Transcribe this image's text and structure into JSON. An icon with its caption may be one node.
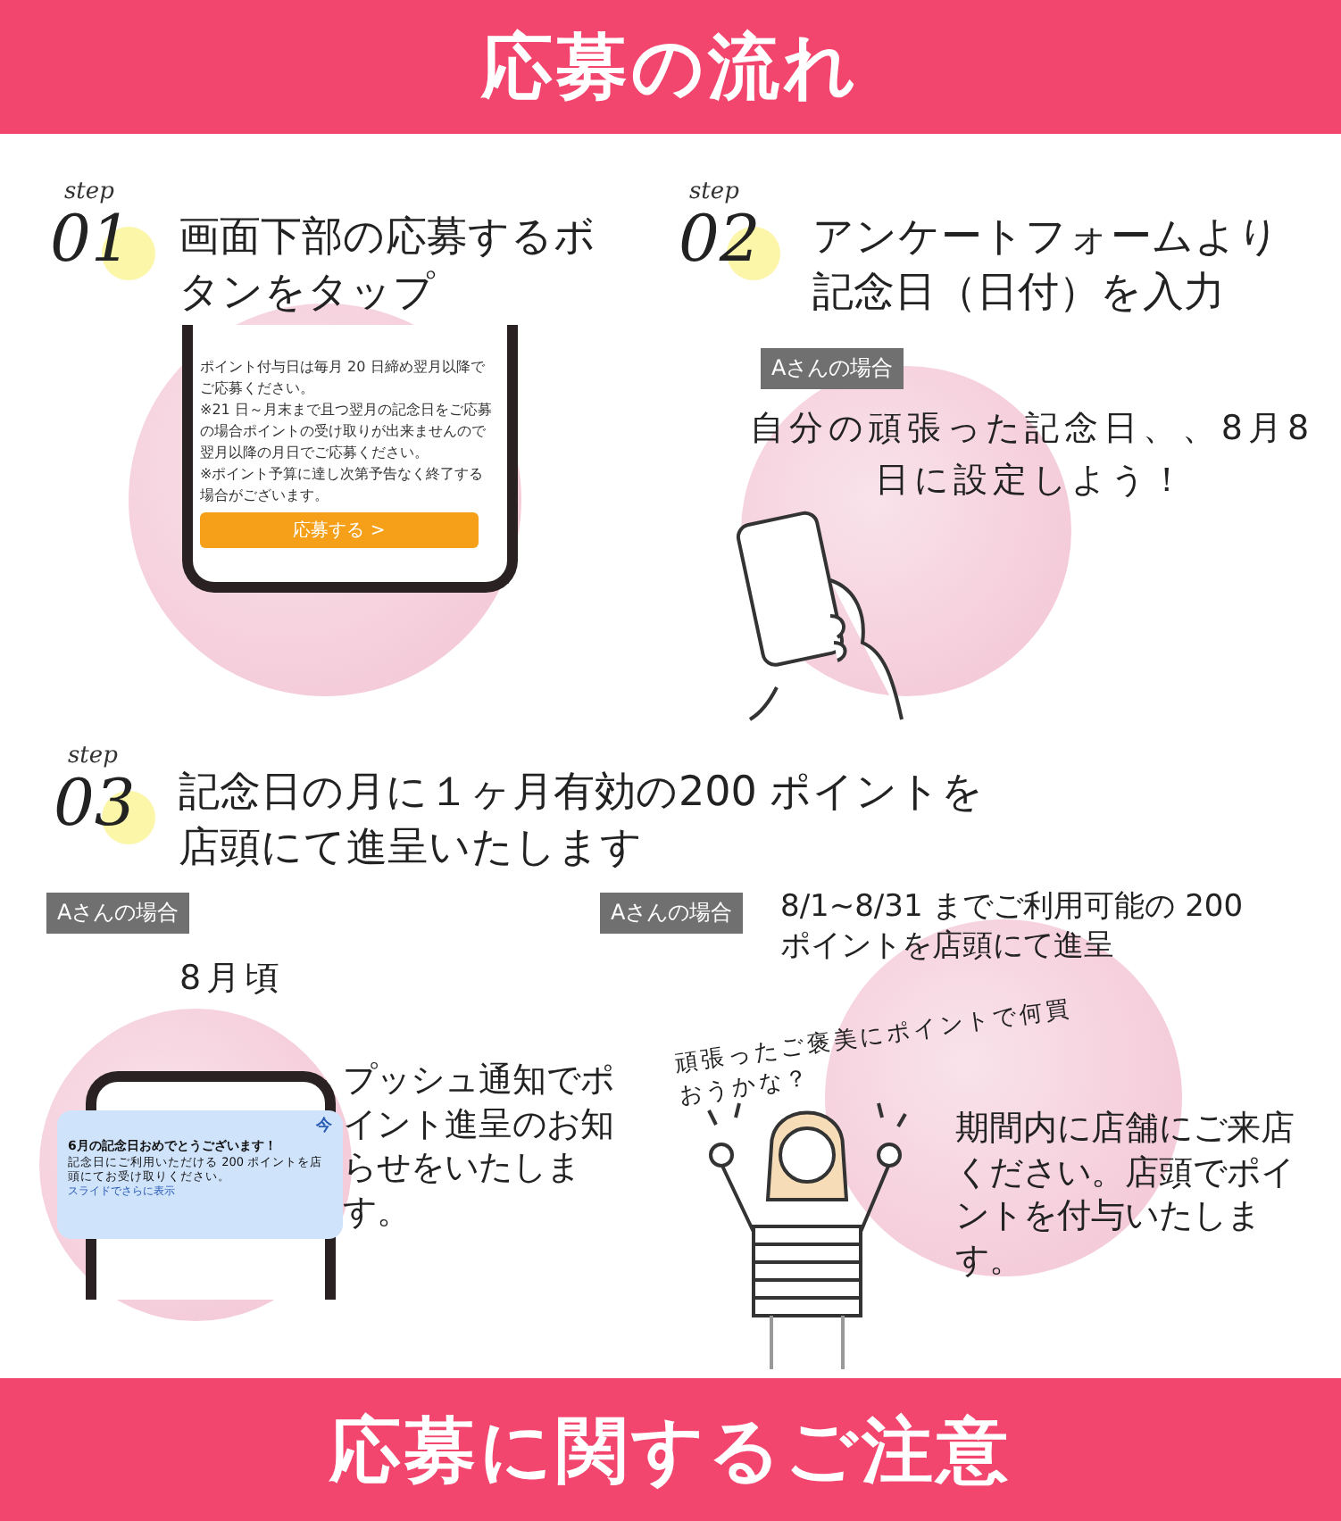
{
  "diagram": {
    "title": "応募の流れ",
    "nodes": [
      {
        "text": [
          "Aさんの場合"
        ]
      },
      {
        "text": [
          "Aさんの場合"
        ]
      },
      {
        "text": [
          "Aさんの場合"
        ]
      },
      {
        "text": [
          "今",
          "6月の記念日おめでとうございます！",
          "記念日にご利用いただける 200 ポイントを店頭にてお受け取りください。",
          "スライドでさらに表示"
        ]
      },
      {
        "text": [
          "応募する >"
        ]
      },
      {
        "text": [
          "応募に関するご注意"
        ]
      }
    ],
    "labels": [
      "step",
      "01",
      "画面下部の応募するボタンをタップ",
      "step",
      "02",
      "アンケートフォームより記念日（日付）を入力",
      "ポイント付与日は毎月 20 日締め翌月以降でご応募ください。",
      "※21 日～月末まで且つ翌月の記念日をご応募の場合ポイントの受け取りが出来ませんので翌月以降の月日でご応募ください。",
      "※ポイント予算に達し次第予告なく終了する場合がございます。",
      "自分の頑張った記念日、、8月8日に設定しよう！",
      "step",
      "03",
      "記念日の月に１ヶ月有効の200 ポイントを店頭にて進呈いたします",
      "8月頃",
      "プッシュ通知でポイント進呈のお知らせをいたします。",
      "8/1~8/31 までご利用可能の 200 ポイントを店頭にて進呈",
      "頑張ったご褒美にポイントで何買おうかな？",
      "期間内に店舗にご来店ください。店頭でポイントを付与いたします。"
    ]
  }
}
